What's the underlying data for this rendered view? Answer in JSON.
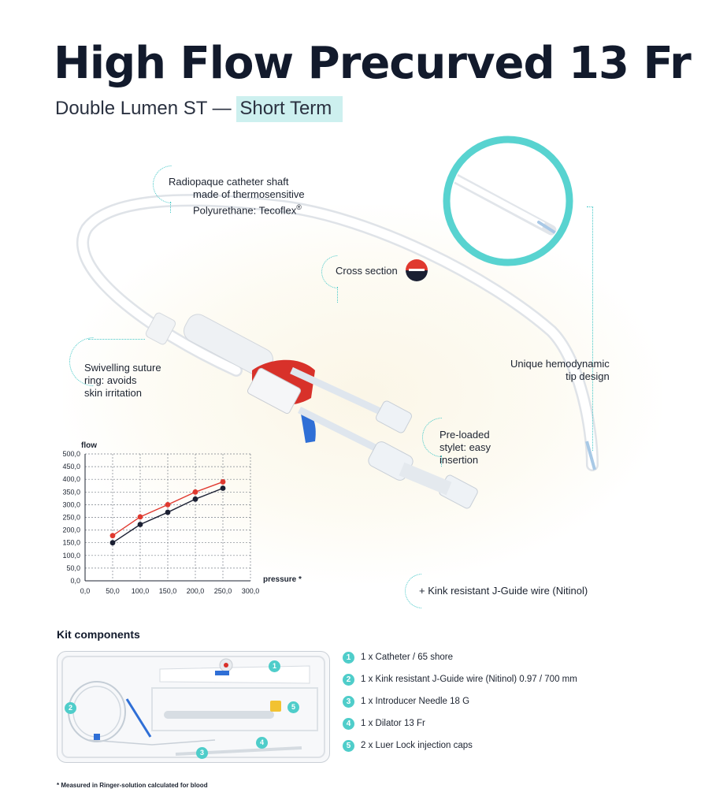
{
  "header": {
    "title": "High Flow Precurved 13 Fr",
    "subtitle_prefix": "Double Lumen ST — ",
    "subtitle_highlight": "Short Term"
  },
  "callouts": {
    "shaft_line1": "Radiopaque catheter shaft",
    "shaft_line2": "made of thermosensitive",
    "shaft_line3": "Polyurethane: Tecoflex",
    "shaft_reg": "®",
    "cross_section": "Cross section",
    "suture": "Swivelling suture\n ring: avoids\n skin irritation",
    "tip": "Unique hemodynamic\n tip design",
    "stylet": "Pre-loaded\n stylet: easy\n insertion",
    "guide_wire": "+ Kink resistant J-Guide wire (Nitinol)"
  },
  "colors": {
    "accent": "#4fcdca",
    "red_series": "#e0392f",
    "dark_series": "#1b2033"
  },
  "chart_data": {
    "type": "line",
    "title": "",
    "xlabel": "pressure *",
    "ylabel": "flow",
    "x": [
      50,
      100,
      150,
      200,
      250
    ],
    "xlim": [
      0,
      300
    ],
    "ylim": [
      0,
      500
    ],
    "xticks": [
      "0,0",
      "50,0",
      "100,0",
      "150,0",
      "200,0",
      "250,0",
      "300,0"
    ],
    "yticks": [
      "0,0",
      "50,0",
      "100,0",
      "150,0",
      "200,0",
      "250,0",
      "300,0",
      "350,0",
      "400,0",
      "450,0",
      "500,0"
    ],
    "grid": true,
    "series": [
      {
        "color": "#e0392f",
        "values": [
          178,
          252,
          300,
          350,
          390
        ]
      },
      {
        "color": "#1b2033",
        "values": [
          150,
          222,
          270,
          322,
          365
        ]
      }
    ]
  },
  "kit": {
    "title": "Kit components",
    "items": [
      {
        "num": "1",
        "text": "1 x Catheter / 65 shore"
      },
      {
        "num": "2",
        "text": "1 x Kink resistant J-Guide wire (Nitinol) 0.97 / 700 mm"
      },
      {
        "num": "3",
        "text": "1 x Introducer Needle 18 G"
      },
      {
        "num": "4",
        "text": "1 x Dilator 13 Fr"
      },
      {
        "num": "5",
        "text": "2 x Luer Lock injection caps"
      }
    ]
  },
  "footnote": "* Measured in Ringer-solution calculated for blood"
}
